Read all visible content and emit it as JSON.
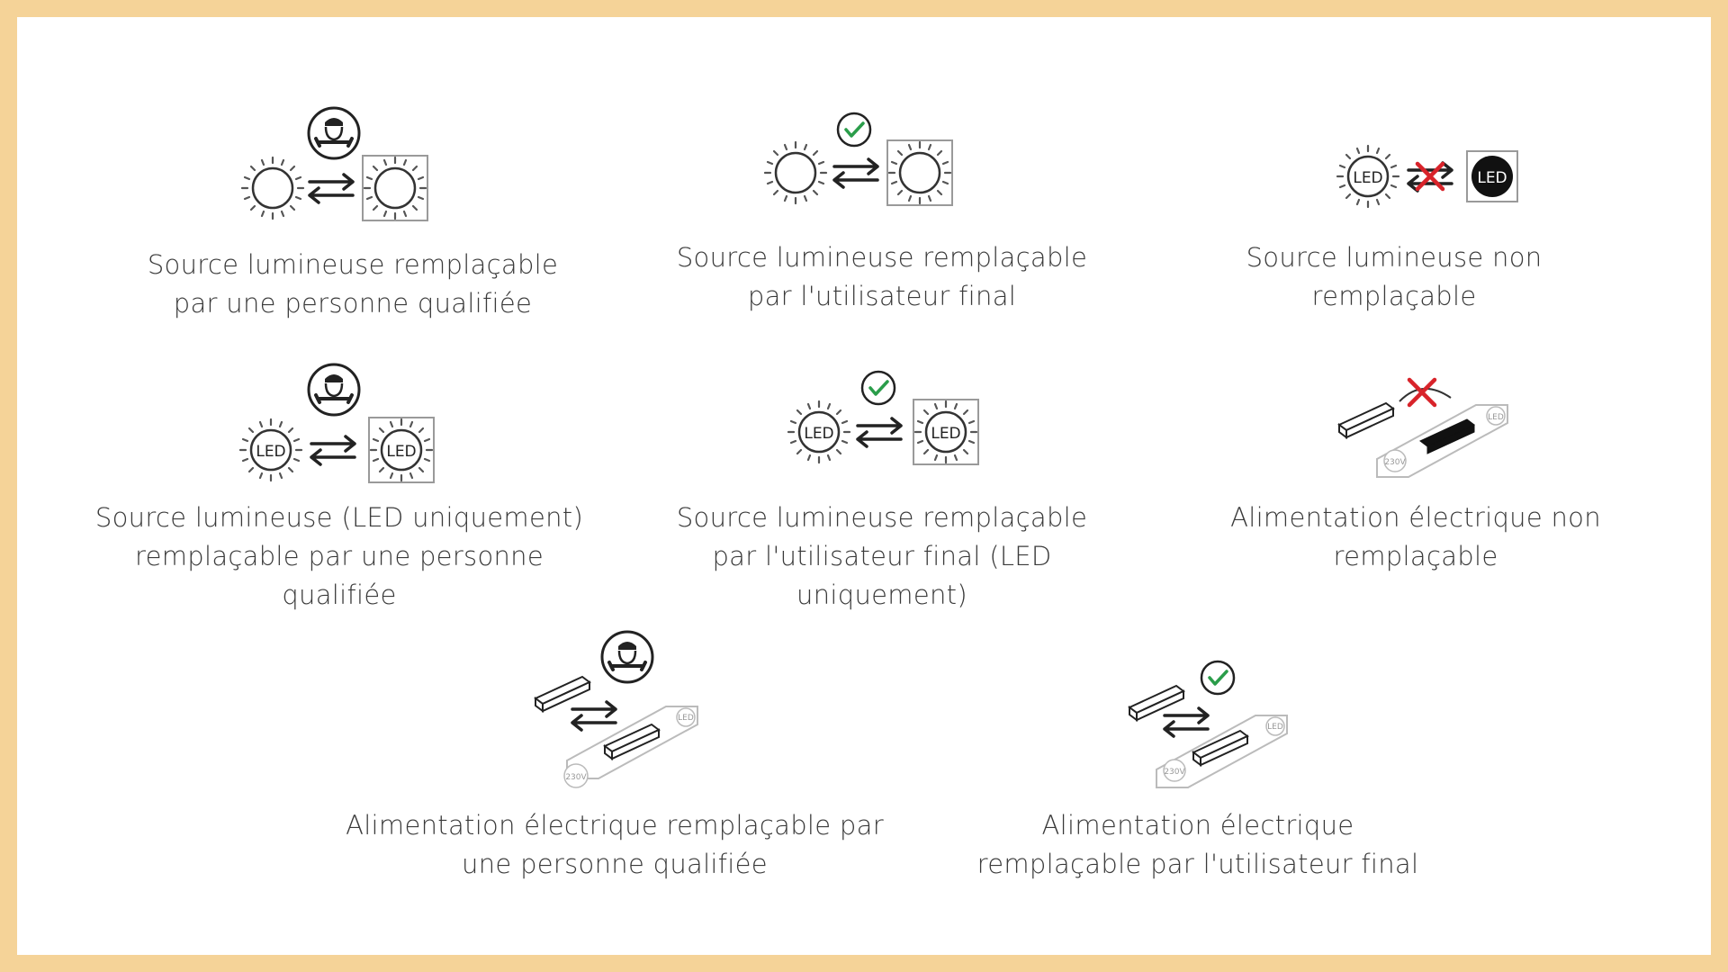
{
  "icon_lettering": {
    "led": "LED",
    "voltage": "230V"
  },
  "colors": {
    "border": "#f5d398",
    "check": "#2a9d4a",
    "cross": "#d8232a",
    "text": "#3a3a3a"
  },
  "items": [
    {
      "icon": "technician-swap-light-source",
      "lines": [
        "Source lumineuse remplaçable",
        "par une personne qualifiée"
      ]
    },
    {
      "icon": "user-swap-light-source",
      "lines": [
        "Source lumineuse remplaçable",
        "par l'utilisateur final"
      ]
    },
    {
      "icon": "non-replaceable-led",
      "lines": [
        "Source lumineuse non",
        "remplaçable"
      ]
    },
    {
      "icon": "technician-swap-led",
      "lines": [
        "Source lumineuse (LED uniquement)",
        "remplaçable par une personne",
        "qualifiée"
      ]
    },
    {
      "icon": "user-swap-led",
      "lines": [
        "Source lumineuse remplaçable",
        "par l'utilisateur final (LED",
        "uniquement)"
      ]
    },
    {
      "icon": "non-replaceable-power-supply",
      "lines": [
        "Alimentation électrique non",
        "remplaçable"
      ]
    },
    {
      "icon": "technician-swap-power-supply",
      "lines": [
        "Alimentation électrique remplaçable par",
        "une personne qualifiée"
      ]
    },
    {
      "icon": "user-swap-power-supply",
      "lines": [
        "Alimentation électrique",
        "remplaçable par l'utilisateur final"
      ]
    }
  ]
}
